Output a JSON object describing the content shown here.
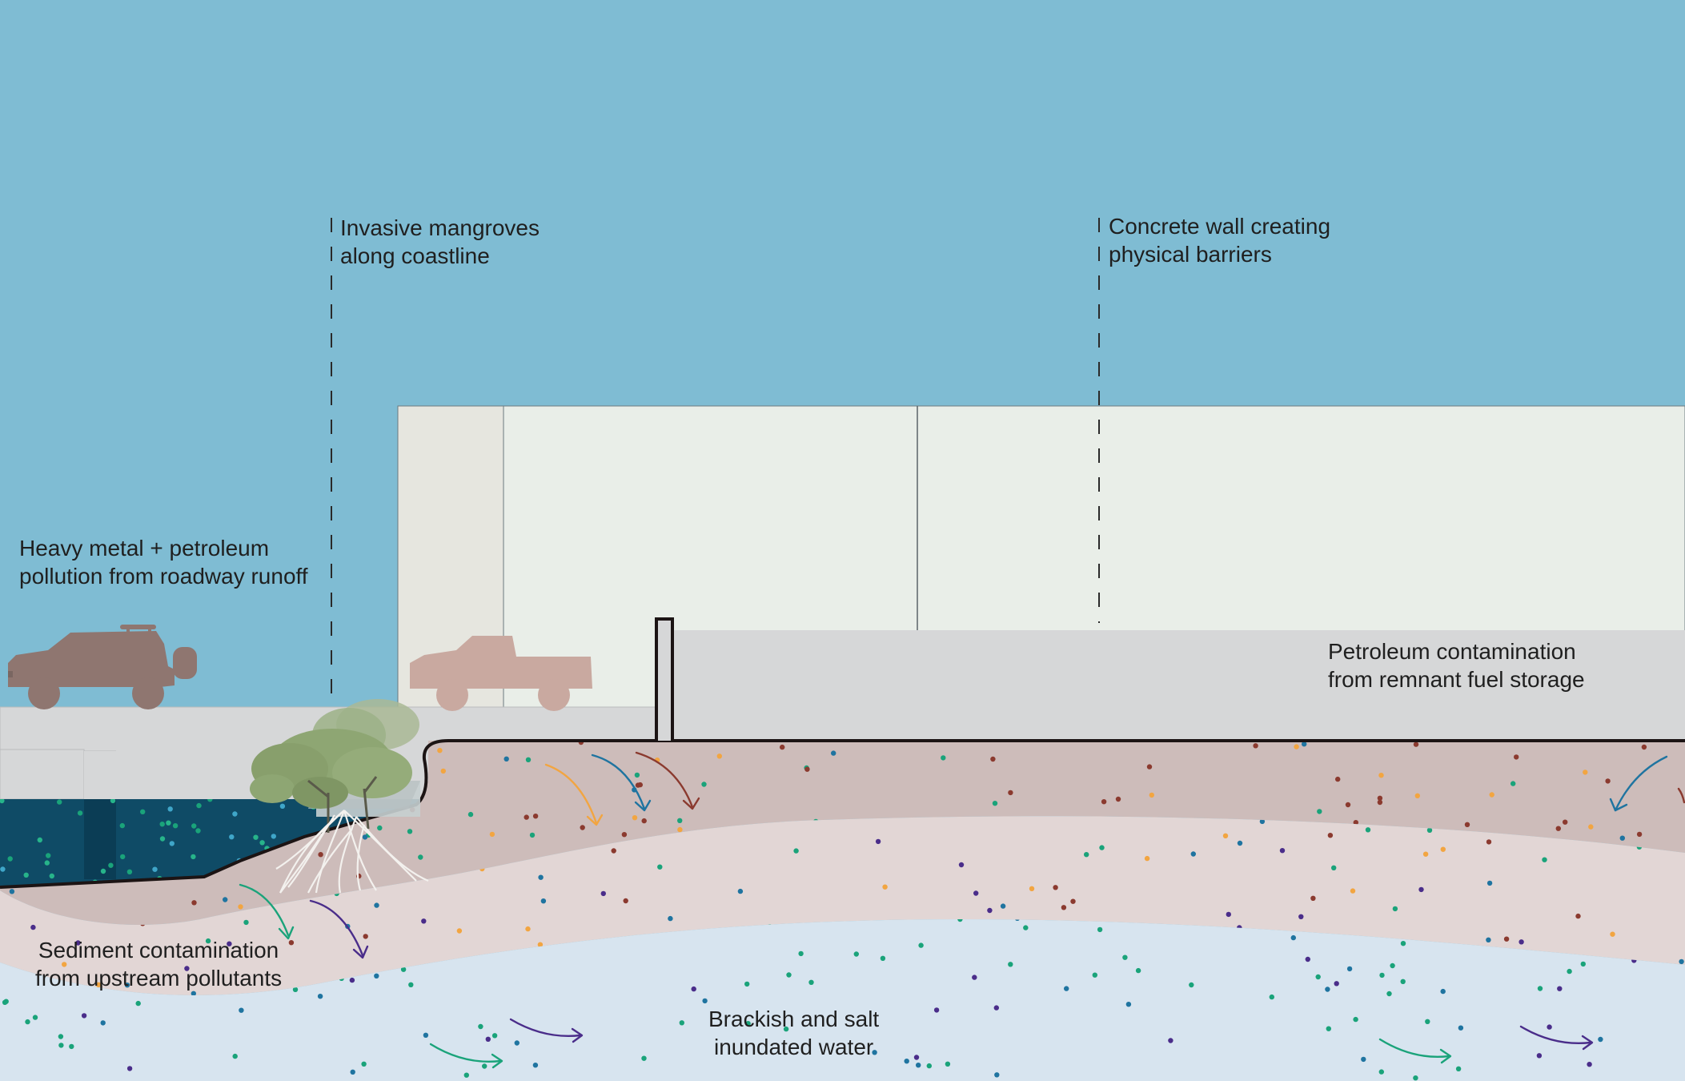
{
  "diagram": {
    "labels": {
      "mangroves": {
        "line1": "Invasive mangroves",
        "line2": "along coastline"
      },
      "concrete_wall": {
        "line1": "Concrete wall creating",
        "line2": "physical barriers"
      },
      "roadway_runoff": {
        "line1": "Heavy metal + petroleum",
        "line2": "pollution from roadway runoff"
      },
      "petroleum_storage": {
        "line1": "Petroleum contamination",
        "line2": "from remnant fuel storage"
      },
      "sediment": {
        "line1": "Sediment contamination",
        "line2": "from upstream pollutants"
      },
      "brackish_water": {
        "line1": "Brackish and salt",
        "line2": "inundated water"
      }
    },
    "colors": {
      "sky": "#7fbcd3",
      "concrete_wall": "#e9eee8",
      "road": "#d6d7d8",
      "contaminated_soil": "#cdbcba",
      "sediment_layer": "#e2d6d5",
      "groundwater": "#d7e4ef",
      "estuary_water": "#0f4b66",
      "vehicle": "#8f7670",
      "mangrove_canopy": "#8ea673",
      "particle_orange": "#f2a541",
      "particle_blue": "#1f74a0",
      "particle_brown": "#8b3a2f",
      "particle_teal": "#1aa37a",
      "particle_purple": "#4a2d8a"
    },
    "icons": [
      "suv-icon",
      "pickup-truck-icon",
      "mangrove-tree-icon",
      "flow-arrow-icon"
    ]
  }
}
